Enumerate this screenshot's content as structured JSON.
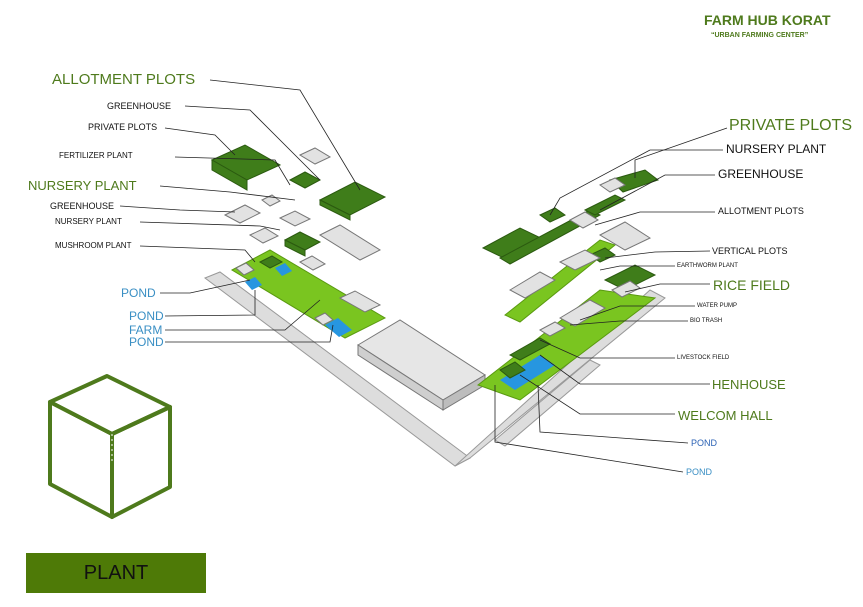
{
  "header": {
    "title": "FARM HUB KORAT",
    "subtitle": "“URBAN FARMING CENTER”"
  },
  "legend": {
    "icon": "cube-icon",
    "label": "PLANT",
    "color": "#4e7a07"
  },
  "colors": {
    "accent_green": "#4e7a1c",
    "field_green": "#7ac520",
    "building_green": "#3f7d1a",
    "pond_blue": "#2796e0",
    "building_gray": "#e2e2e2",
    "label_blue": "#3a8fc4"
  },
  "left_labels": [
    {
      "text": "ALLOTMENT PLOTS"
    },
    {
      "text": "GREENHOUSE"
    },
    {
      "text": "PRIVATE PLOTS"
    },
    {
      "text": "FERTILIZER PLANT"
    },
    {
      "text": "NURSERY PLANT"
    },
    {
      "text": "GREENHOUSE"
    },
    {
      "text": "NURSERY PLANT"
    },
    {
      "text": "MUSHROOM PLANT"
    },
    {
      "text": "POND"
    },
    {
      "text": "POND"
    },
    {
      "text": "FARM"
    },
    {
      "text": "POND"
    }
  ],
  "right_labels": [
    {
      "text": "PRIVATE PLOTS"
    },
    {
      "text": "NURSERY PLANT"
    },
    {
      "text": "GREENHOUSE"
    },
    {
      "text": "ALLOTMENT PLOTS"
    },
    {
      "text": "VERTICAL PLOTS"
    },
    {
      "text": "EARTHWORM PLANT"
    },
    {
      "text": "RICE FIELD"
    },
    {
      "text": "WATER PUMP"
    },
    {
      "text": "BIO TRASH"
    },
    {
      "text": "LIVESTOCK FIELD"
    },
    {
      "text": "HENHOUSE"
    },
    {
      "text": "WELCOM HALL"
    },
    {
      "text": "POND"
    },
    {
      "text": "POND"
    }
  ]
}
